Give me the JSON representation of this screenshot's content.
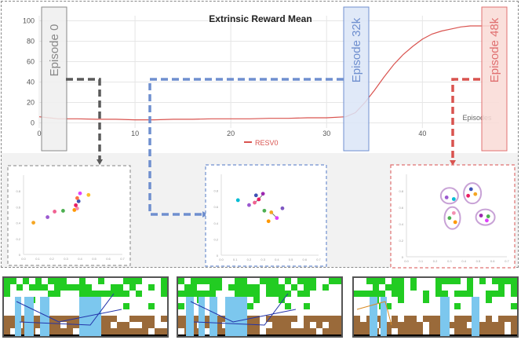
{
  "chart_data": {
    "type": "line",
    "title": "Extrinsic Reward Mean",
    "xlabel": "Episodes",
    "ylabel": "",
    "xlim": [
      0,
      48
    ],
    "ylim": [
      -5,
      105
    ],
    "x_ticks": [
      "0",
      "10",
      "20",
      "30",
      "40"
    ],
    "y_ticks": [
      "0",
      "20",
      "40",
      "60",
      "80",
      "100"
    ],
    "legend": "bottom-center",
    "grid": true,
    "series": [
      {
        "name": "RESV0",
        "color": "#d9534f",
        "x": [
          0,
          1,
          2,
          4,
          6,
          8,
          10,
          12,
          14,
          16,
          18,
          20,
          22,
          24,
          26,
          28,
          30,
          32,
          33,
          34,
          35,
          36,
          37,
          38,
          39,
          40,
          41,
          42,
          43,
          44,
          45,
          46,
          47,
          48
        ],
        "y": [
          6,
          5,
          4,
          4,
          3.5,
          3.5,
          3,
          3,
          3.5,
          3.5,
          4,
          4,
          4,
          4.5,
          4.5,
          5,
          5,
          6,
          10,
          20,
          32,
          45,
          57,
          67,
          75,
          82,
          87,
          90,
          92,
          94,
          95,
          95,
          95,
          96
        ]
      }
    ],
    "episode_markers": [
      {
        "label": "Episode 0",
        "x": 0,
        "color": "#888888",
        "fill": "#eeeeee"
      },
      {
        "label": "Episode 32k",
        "x": 33,
        "color": "#6f8fcf",
        "fill": "#dbe5f7"
      },
      {
        "label": "Episode 48k",
        "x": 48,
        "color": "#e07070",
        "fill": "#f9dad6"
      }
    ],
    "scatter_panels": [
      {
        "border": "#9a9a9a",
        "y_ticks": [
          "0.8",
          "0.6",
          "0.4",
          "0.2",
          "0"
        ],
        "x_ticks": [
          "0.0",
          "0.1",
          "0.2",
          "0.3",
          "0.4",
          "0.5",
          "0.6",
          "0.7"
        ],
        "points": [
          {
            "x": 0.07,
            "y": 0.4,
            "color": "#f5a623"
          },
          {
            "x": 0.17,
            "y": 0.47,
            "color": "#9b59d0"
          },
          {
            "x": 0.22,
            "y": 0.54,
            "color": "#f06292"
          },
          {
            "x": 0.28,
            "y": 0.55,
            "color": "#4caf50"
          },
          {
            "x": 0.36,
            "y": 0.56,
            "color": "#ff9800"
          },
          {
            "x": 0.38,
            "y": 0.58,
            "color": "#f48fb1"
          },
          {
            "x": 0.37,
            "y": 0.62,
            "color": "#e91e63"
          },
          {
            "x": 0.39,
            "y": 0.67,
            "color": "#3f51b5"
          },
          {
            "x": 0.38,
            "y": 0.71,
            "color": "#ff7043"
          },
          {
            "x": 0.4,
            "y": 0.77,
            "color": "#e040fb"
          },
          {
            "x": 0.46,
            "y": 0.75,
            "color": "#fbc02d"
          }
        ]
      },
      {
        "border": "#6f8fcf",
        "y_ticks": [
          "0.8",
          "0.6",
          "0.4",
          "0.2",
          "0"
        ],
        "x_ticks": [
          "0.0",
          "0.1",
          "0.2",
          "0.3",
          "0.4",
          "0.5",
          "0.6",
          "0.7"
        ],
        "points": [
          {
            "x": 0.12,
            "y": 0.68,
            "color": "#00bcd4"
          },
          {
            "x": 0.2,
            "y": 0.62,
            "color": "#9b59d0"
          },
          {
            "x": 0.24,
            "y": 0.65,
            "color": "#f06292"
          },
          {
            "x": 0.27,
            "y": 0.69,
            "color": "#e91e63"
          },
          {
            "x": 0.25,
            "y": 0.74,
            "color": "#3f51b5"
          },
          {
            "x": 0.3,
            "y": 0.76,
            "color": "#9c27b0"
          },
          {
            "x": 0.31,
            "y": 0.55,
            "color": "#4caf50"
          },
          {
            "x": 0.36,
            "y": 0.53,
            "color": "#f5a623"
          },
          {
            "x": 0.4,
            "y": 0.46,
            "color": "#e040fb"
          },
          {
            "x": 0.34,
            "y": 0.42,
            "color": "#ff9800"
          },
          {
            "x": 0.44,
            "y": 0.58,
            "color": "#7e57c2"
          }
        ]
      },
      {
        "border": "#e07070",
        "y_ticks": [
          "0.8",
          "0.6",
          "0.4",
          "0.2",
          "0"
        ],
        "x_ticks": [
          "0.0",
          "0.1",
          "0.2",
          "0.3",
          "0.4",
          "0.5",
          "0.6",
          "0.7"
        ],
        "points": [
          {
            "x": 0.28,
            "y": 0.72,
            "color": "#9b59d0"
          },
          {
            "x": 0.33,
            "y": 0.7,
            "color": "#00bcd4"
          },
          {
            "x": 0.43,
            "y": 0.74,
            "color": "#e91e63"
          },
          {
            "x": 0.45,
            "y": 0.82,
            "color": "#3f51b5"
          },
          {
            "x": 0.48,
            "y": 0.76,
            "color": "#f5a623"
          },
          {
            "x": 0.33,
            "y": 0.53,
            "color": "#f48fb1"
          },
          {
            "x": 0.3,
            "y": 0.47,
            "color": "#4caf50"
          },
          {
            "x": 0.34,
            "y": 0.42,
            "color": "#ff9800"
          },
          {
            "x": 0.52,
            "y": 0.5,
            "color": "#9c27b0"
          },
          {
            "x": 0.57,
            "y": 0.49,
            "color": "#4caf50"
          },
          {
            "x": 0.56,
            "y": 0.44,
            "color": "#e040fb"
          }
        ]
      }
    ]
  }
}
